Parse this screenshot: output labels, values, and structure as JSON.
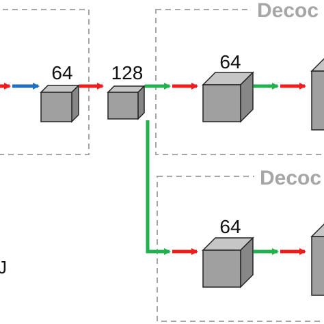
{
  "diagram": {
    "encoder_block": {
      "cube_label": "64"
    },
    "bottleneck_block": {
      "cube_label": "128"
    },
    "decoder_top": {
      "title": "Decoc",
      "cube_label": "64"
    },
    "decoder_bottom": {
      "title": "Decoc",
      "cube_label": "64"
    },
    "left_edge_fragment": "J",
    "colors": {
      "red_arrow": "#ee1c1c",
      "blue_arrow": "#1f6fc2",
      "green_arrow": "#22b14c",
      "dashed_border": "#a6a6a6",
      "cube_front": "#a0a0a0",
      "cube_top": "#c6c6c6",
      "cube_side": "#878787",
      "title_text": "#a6a6a6"
    }
  }
}
